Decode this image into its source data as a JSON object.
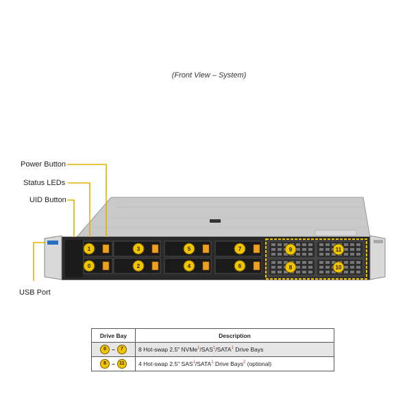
{
  "caption": "(Front View – System)",
  "callouts": {
    "power": "Power Button",
    "status": "Status LEDs",
    "uid": "UID Button",
    "usb": "USB Port"
  },
  "bays_top": [
    "1",
    "3",
    "5",
    "7"
  ],
  "bays_bottom": [
    "0",
    "2",
    "4",
    "6"
  ],
  "sas_bays": [
    "9",
    "11",
    "8",
    "10"
  ],
  "table": {
    "header_bay": "Drive Bay",
    "header_desc": "Description",
    "row1": {
      "from": "0",
      "dash": "–",
      "to": "7",
      "t1": "8 Hot-swap 2.5\" NVMe",
      "s1": "1",
      "t2": "/SAS",
      "s2": "1",
      "t3": "/SATA",
      "s3": "1",
      "t4": " Drive Bays"
    },
    "row2": {
      "from": "8",
      "dash": "–",
      "to": "11",
      "t1": "4 Hot-swap 2.5\" SAS",
      "s1": "1",
      "t2": "/SATA",
      "s2": "1",
      "t3": " Drive Bays",
      "s3": "2",
      "t4": " (optional)"
    }
  },
  "colors": {
    "accent": "#f2c400",
    "leader": "#e0b000",
    "drive_latch": "#f0a020"
  }
}
